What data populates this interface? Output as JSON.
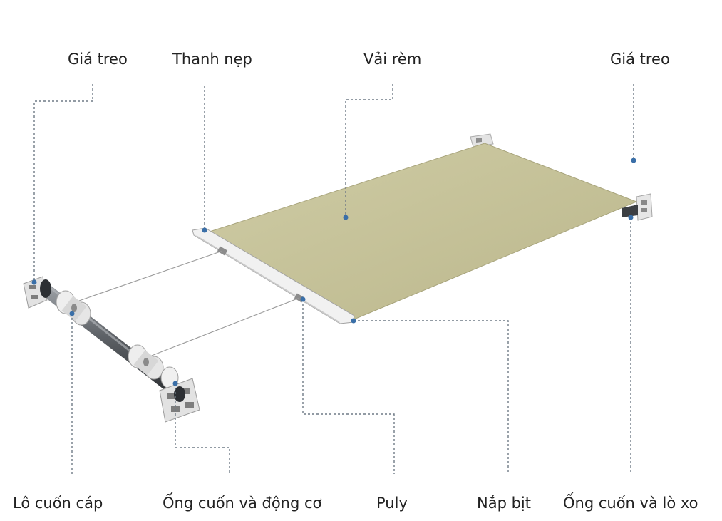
{
  "labels": {
    "top": {
      "gia_treo_left": "Giá treo",
      "thanh_nep": "Thanh nẹp",
      "vai_rem": "Vải rèm",
      "gia_treo_right": "Giá treo"
    },
    "bottom": {
      "lo_cuon_cap": "Lô cuốn cáp",
      "ong_cuon_dong_co": "Ống cuốn và động cơ",
      "puly": "Puly",
      "nap_bit": "Nắp bịt",
      "ong_cuon_lo_xo": "Ống cuốn và lò xo"
    }
  },
  "colors": {
    "fabric": "#c6c39a",
    "leader": "#6f7a86",
    "dot": "#3a6fa8",
    "text": "#222222"
  }
}
